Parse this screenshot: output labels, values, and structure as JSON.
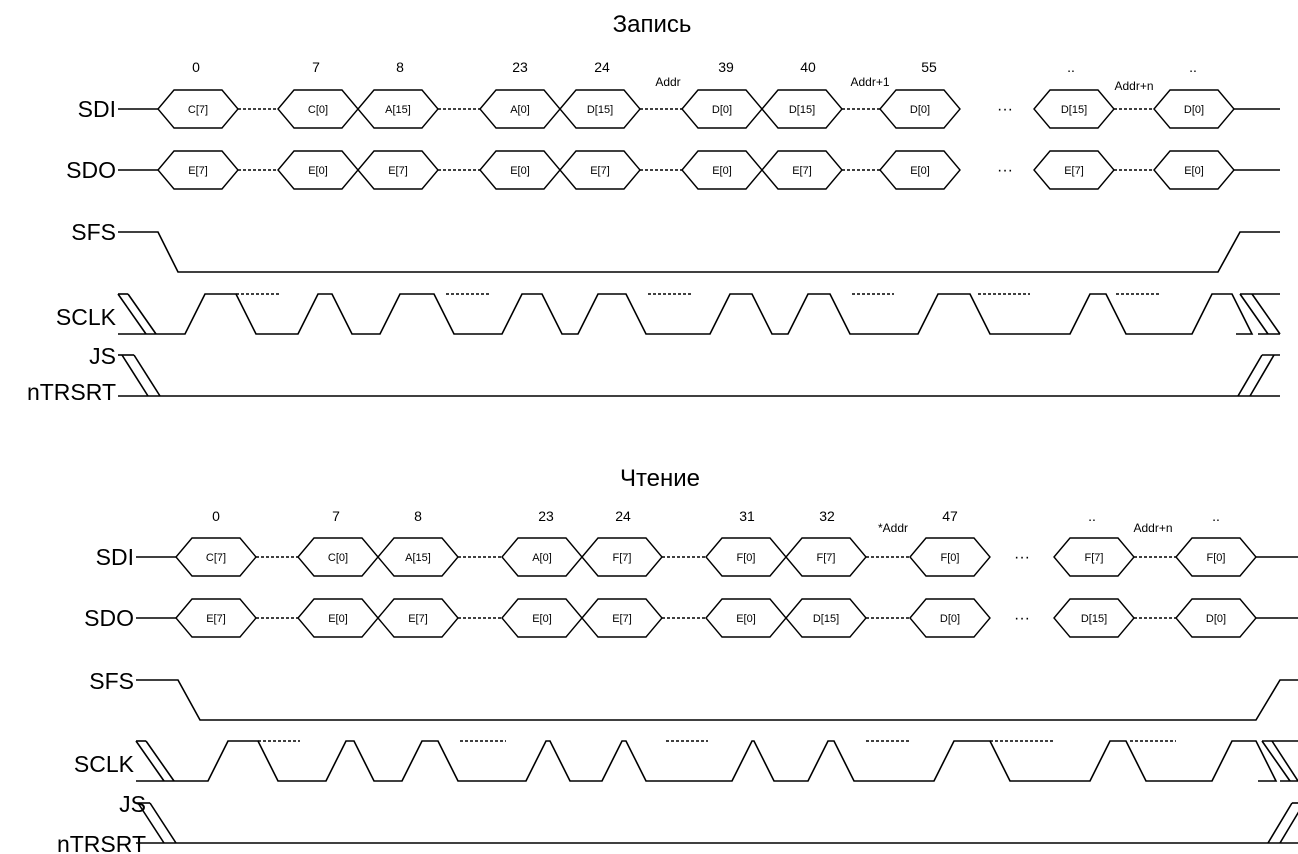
{
  "diagrams": [
    {
      "title": "Запись",
      "signal_labels": [
        "SDI",
        "SDO",
        "SFS",
        "SCLK",
        "JS",
        "nTRSRT"
      ],
      "bit_numbers": [
        "0",
        "7",
        "8",
        "23",
        "24",
        "39",
        "40",
        "55",
        "..",
        ".."
      ],
      "annotations": [
        "Addr",
        "Addr+1",
        "Addr+n"
      ],
      "gap_mark": "···",
      "sdi_cells": [
        "C[7]",
        "C[0]",
        "A[15]",
        "A[0]",
        "D[15]",
        "D[0]",
        "D[15]",
        "D[0]",
        "D[15]",
        "D[0]"
      ],
      "sdo_cells": [
        "E[7]",
        "E[0]",
        "E[7]",
        "E[0]",
        "E[7]",
        "E[0]",
        "E[7]",
        "E[0]",
        "E[7]",
        "E[0]"
      ]
    },
    {
      "title": "Чтение",
      "signal_labels": [
        "SDI",
        "SDO",
        "SFS",
        "SCLK",
        "JS",
        "nTRSRT"
      ],
      "bit_numbers": [
        "0",
        "7",
        "8",
        "23",
        "24",
        "31",
        "32",
        "47",
        "..",
        ".."
      ],
      "annotations": [
        "*Addr",
        "Addr+n"
      ],
      "gap_mark": "···",
      "sdi_cells": [
        "C[7]",
        "C[0]",
        "A[15]",
        "A[0]",
        "F[7]",
        "F[0]",
        "F[7]",
        "F[0]",
        "F[7]",
        "F[0]"
      ],
      "sdo_cells": [
        "E[7]",
        "E[0]",
        "E[7]",
        "E[0]",
        "E[7]",
        "E[0]",
        "D[15]",
        "D[0]",
        "D[15]",
        "D[0]"
      ]
    }
  ]
}
